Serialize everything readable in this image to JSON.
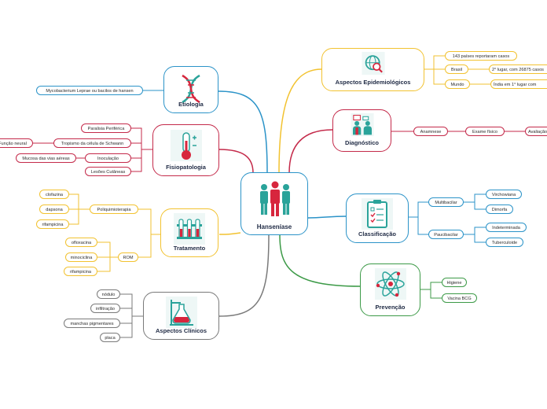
{
  "center": {
    "title": "Hanseníase"
  },
  "colors": {
    "blue": "#2b93c8",
    "crimson": "#c42a4a",
    "yellow": "#f2c230",
    "green": "#3c9a47",
    "gray": "#7a7a7a",
    "icon_teal": "#2aa39a",
    "icon_red": "#d7263d"
  },
  "etiologia": {
    "title": "Etiologia",
    "icon": "dna-icon",
    "leaves": [
      "Mycobacterium Leprae ou bacilos de hansen"
    ]
  },
  "fisiopatologia": {
    "title": "Fisiopatologia",
    "icon": "thermometer-icon",
    "leaves": [
      "Paralisia Periférica",
      "Tropismo da célula de Schwann",
      "Inoculação",
      "Lesões Cutâneas"
    ],
    "sub": {
      "tropismo": "Função neural",
      "inoculacao": "Mucosa das vias aéreas"
    }
  },
  "tratamento": {
    "title": "Tratamento",
    "icon": "test-tubes-icon",
    "leaves": [
      "Poliquimioterapia",
      "ROM"
    ],
    "poliquimioterapia": [
      "clofazina",
      "dapsona",
      "rifampicina"
    ],
    "rom": [
      "ofloxacina",
      "minociclina",
      "rifampicina"
    ]
  },
  "aspectos_clinicos": {
    "title": "Aspectos Clínicos",
    "icon": "flask-icon",
    "leaves": [
      "nódulo",
      "infiltração",
      "manchas pigmentares",
      "placa"
    ]
  },
  "epidemiologicos": {
    "title": "Aspectos Epidemiológicos",
    "icon": "globe-search-icon",
    "leaves": [
      "143 países reportaram casos",
      "Brasil",
      "Mundo"
    ],
    "brasil": "2° lugar, com 26875 casos",
    "mundo": "Índia em 1° lugar com"
  },
  "diagnostico": {
    "title": "Diagnóstico",
    "icon": "doctor-patient-icon",
    "chain": [
      "Anamnese",
      "Exame físico",
      "Avaliação"
    ]
  },
  "classificacao": {
    "title": "Classificação",
    "icon": "checklist-icon",
    "leaves": [
      "Multibacilar",
      "Paucibacilar"
    ],
    "multibacilar": [
      "Virchowiana",
      "Dimorfa"
    ],
    "paucibacilar": [
      "Indeterminada",
      "Tuberculoide"
    ]
  },
  "prevencao": {
    "title": "Prevenção",
    "icon": "atom-icon",
    "leaves": [
      "Higiene",
      "Vacina BCG"
    ]
  }
}
